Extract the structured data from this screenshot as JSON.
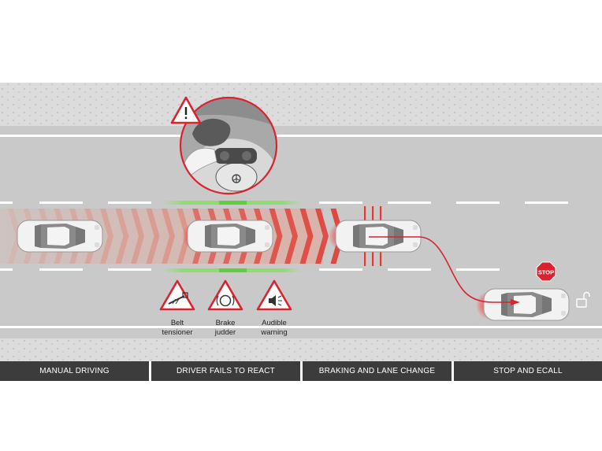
{
  "stages": [
    {
      "label": "MANUAL DRIVING"
    },
    {
      "label": "DRIVER FAILS TO REACT"
    },
    {
      "label": "BRAKING AND LANE CHANGE"
    },
    {
      "label": "STOP AND ECALL"
    }
  ],
  "warnings": [
    {
      "line1": "Belt",
      "line2": "tensioner",
      "icon": "belt-tensioner-icon"
    },
    {
      "line1": "Brake",
      "line2": "judder",
      "icon": "brake-judder-icon"
    },
    {
      "line1": "Audible",
      "line2": "warning",
      "icon": "audible-warning-icon"
    }
  ],
  "stop_sign": {
    "text": "STOP"
  },
  "colors": {
    "accent_red": "#d9232e",
    "road": "#c9c9c9",
    "shoulder": "#dcdcdc",
    "stage_bar": "#3c3c3c",
    "green": "#5fd03a"
  }
}
